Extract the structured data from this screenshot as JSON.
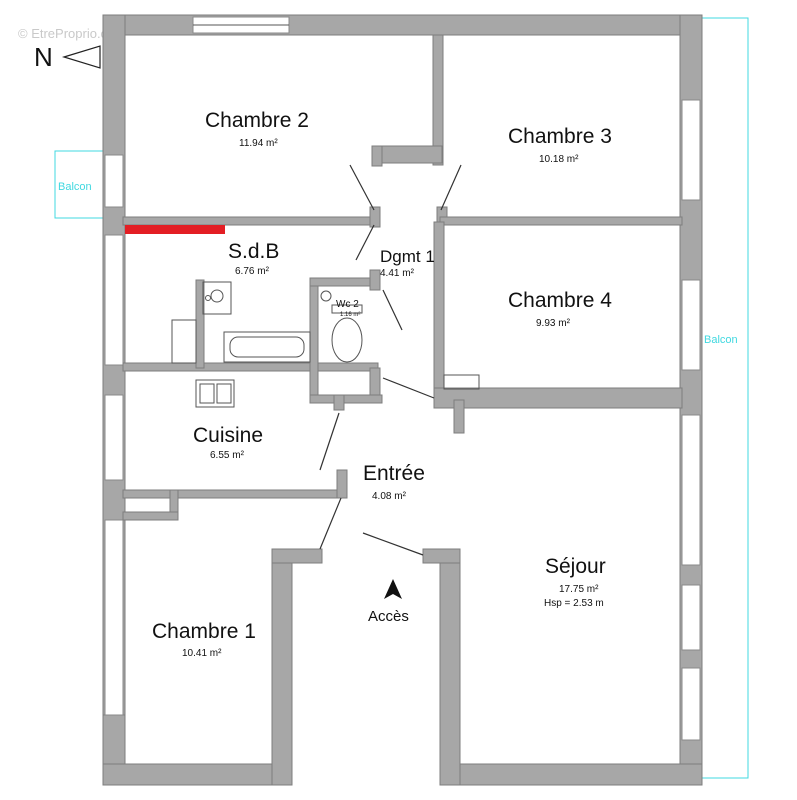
{
  "watermark": "© EtreProprio.com",
  "north": "N",
  "access": "Accès",
  "balcony_left": "Balcon",
  "balcony_right": "Balcon",
  "rooms": {
    "chambre2": {
      "name": "Chambre 2",
      "area": "11.94 m²"
    },
    "chambre3": {
      "name": "Chambre 3",
      "area": "10.18 m²"
    },
    "sdb": {
      "name": "S.d.B",
      "area": "6.76  m²"
    },
    "dgmt": {
      "name": "Dgmt 1",
      "area": "4.41 m²"
    },
    "wc": {
      "name": "Wc 2",
      "area": "1.16 m²"
    },
    "chambre4": {
      "name": "Chambre 4",
      "area": "9.93 m²"
    },
    "cuisine": {
      "name": "Cuisine",
      "area": "6.55  m²"
    },
    "entree": {
      "name": "Entrée",
      "area": "4.08 m²"
    },
    "sejour": {
      "name": "Séjour",
      "area": "17.75 m²",
      "ceiling_height": "Hsp = 2.53 m"
    },
    "chambre1": {
      "name": "Chambre 1",
      "area": "10.41 m²"
    }
  },
  "colors": {
    "wall": "#a7a7a7",
    "balcony_line": "#40d8e0",
    "highlight": "#e31e24"
  }
}
